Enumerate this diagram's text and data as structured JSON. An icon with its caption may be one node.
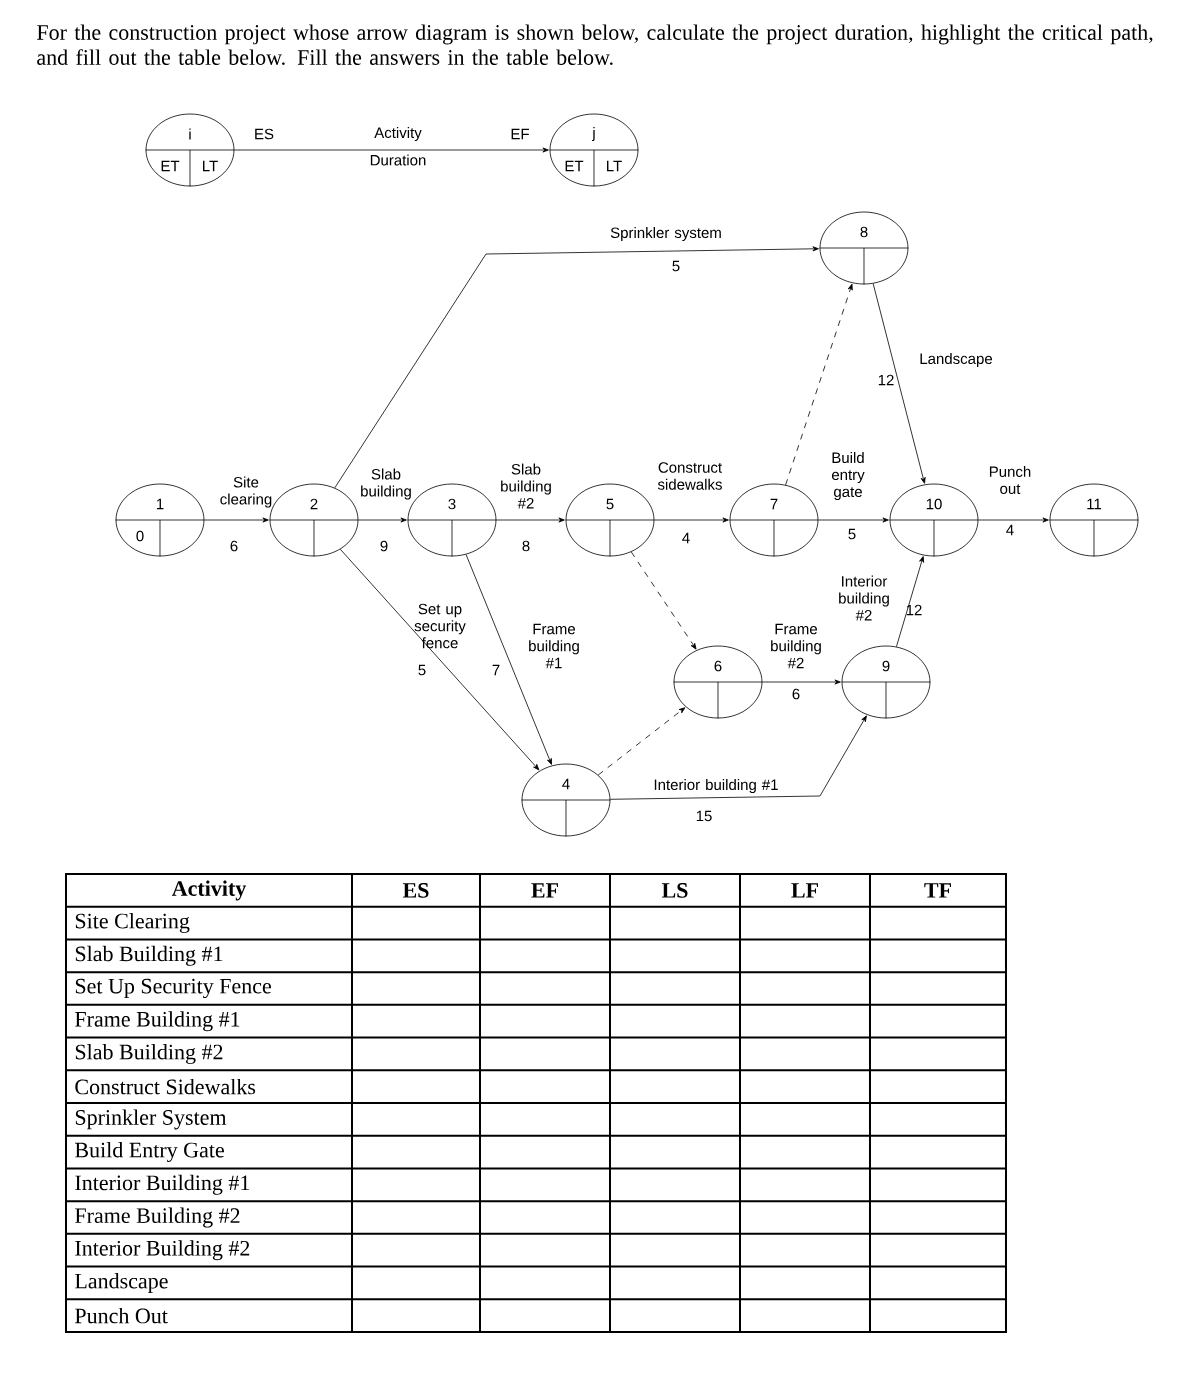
{
  "diagram": {
    "title": "For the construction project whose arrow diagram is shown below, calculate the project duration, highlight the critical path, and fill out the table below.  Fill the answers in the table below.",
    "nodes": [
      {
        "text": [
          "i",
          "ET",
          "LT"
        ]
      },
      {
        "text": [
          "j",
          "ET",
          "LT"
        ]
      },
      {
        "text": [
          "1",
          "0"
        ]
      },
      {
        "text": [
          "2"
        ]
      },
      {
        "text": [
          "3"
        ]
      },
      {
        "text": [
          "4"
        ]
      },
      {
        "text": [
          "5"
        ]
      },
      {
        "text": [
          "6"
        ]
      },
      {
        "text": [
          "7"
        ]
      },
      {
        "text": [
          "8"
        ]
      },
      {
        "text": [
          "9"
        ]
      },
      {
        "text": [
          "10"
        ]
      },
      {
        "text": [
          "11"
        ]
      }
    ],
    "edges": [
      {
        "from": 0,
        "to": 1,
        "arrow": "to",
        "label": "Activity"
      },
      {
        "from": 2,
        "to": 3,
        "arrow": "to",
        "label": "Site clearing"
      },
      {
        "from": 3,
        "to": 4,
        "arrow": "to",
        "label": "Slab building"
      },
      {
        "from": 4,
        "to": 6,
        "arrow": "to",
        "label": "Slab building #2"
      },
      {
        "from": 6,
        "to": 8,
        "arrow": "to",
        "label": "Construct sidewalks"
      },
      {
        "from": 8,
        "to": 11,
        "arrow": "to",
        "label": "Build entry gate"
      },
      {
        "from": 11,
        "to": 12,
        "arrow": "to",
        "label": "Punch out"
      },
      {
        "from": 3,
        "to": 9,
        "arrow": "to",
        "label": "Sprinkler system"
      },
      {
        "from": 9,
        "to": 11,
        "arrow": "to",
        "label": "Landscape"
      },
      {
        "from": 8,
        "to": 9,
        "arrow": "to",
        "style": "dashed"
      },
      {
        "from": 3,
        "to": 5,
        "arrow": "to",
        "label": "Set up security fence"
      },
      {
        "from": 4,
        "to": 5,
        "arrow": "to",
        "label": "Frame building #1"
      },
      {
        "from": 6,
        "to": 7,
        "arrow": "to",
        "style": "dashed"
      },
      {
        "from": 5,
        "to": 7,
        "arrow": "to",
        "style": "dashed"
      },
      {
        "from": 7,
        "to": 10,
        "arrow": "to",
        "label": "Frame building #2"
      },
      {
        "from": 10,
        "to": 11,
        "arrow": "to",
        "label": "Interior building #2"
      },
      {
        "from": 5,
        "to": 10,
        "arrow": "to",
        "label": "Interior building #1"
      }
    ],
    "labels": [
      "ES",
      "EF",
      "Duration",
      "5",
      "12",
      "6",
      "9",
      "8",
      "4",
      "5",
      "4",
      "12",
      "5",
      "7",
      "6",
      "15",
      "Activity",
      "ES",
      "EF",
      "LS",
      "LF",
      "TF",
      "Site Clearing",
      "Slab Building #1",
      "Set Up Security Fence",
      "Frame Building #1",
      "Slab Building #2",
      "Construct Sidewalks",
      "Sprinkler System",
      "Build Entry Gate",
      "Interior Building #1",
      "Frame Building #2",
      "Interior Building #2",
      "Landscape",
      "Punch Out"
    ]
  }
}
